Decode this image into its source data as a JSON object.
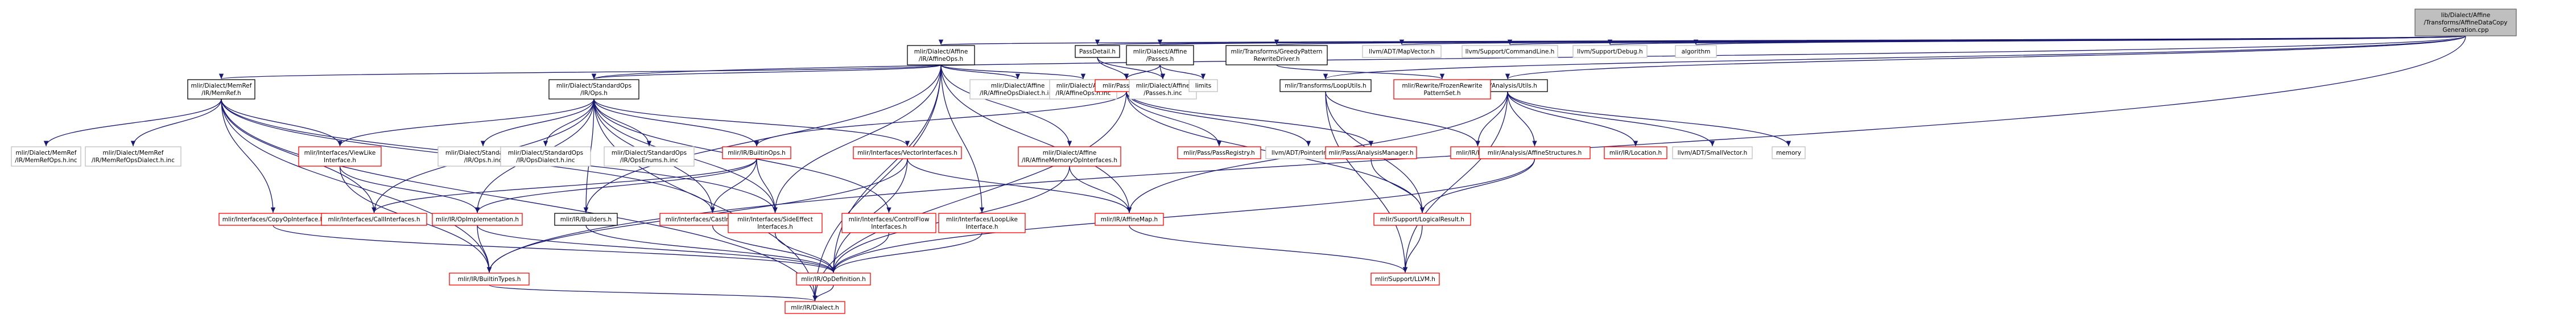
{
  "colors": {
    "edge": "#191970",
    "text_default": "#000000",
    "text_linked": "#000000",
    "border_default": "#bfbfbf",
    "border_linked": "#ff0000",
    "border_root": "#666666",
    "fill_root": "#bfbfbf",
    "fill_default": "#ffffff"
  },
  "nodes": [
    {
      "id": "root",
      "lines": [
        "lib/Dialect/Affine",
        "/Transforms/AffineDataCopy",
        "Generation.cpp"
      ],
      "style": "root"
    },
    {
      "id": "affineops",
      "lines": [
        "mlir/Dialect/Affine",
        "/IR/AffineOps.h"
      ],
      "style": "black"
    },
    {
      "id": "passdetail",
      "lines": [
        "PassDetail.h"
      ],
      "style": "black"
    },
    {
      "id": "affinepasses",
      "lines": [
        "mlir/Dialect/Affine",
        "/Passes.h"
      ],
      "style": "black"
    },
    {
      "id": "greedy",
      "lines": [
        "mlir/Transforms/GreedyPattern",
        "RewriteDriver.h"
      ],
      "style": "black"
    },
    {
      "id": "mapvector",
      "lines": [
        "llvm/ADT/MapVector.h"
      ],
      "style": "gray"
    },
    {
      "id": "cmdline",
      "lines": [
        "llvm/Support/CommandLine.h"
      ],
      "style": "gray"
    },
    {
      "id": "debug",
      "lines": [
        "llvm/Support/Debug.h"
      ],
      "style": "gray"
    },
    {
      "id": "algorithm",
      "lines": [
        "algorithm"
      ],
      "style": "gray"
    },
    {
      "id": "memref",
      "lines": [
        "mlir/Dialect/MemRef",
        "/IR/MemRef.h"
      ],
      "style": "black"
    },
    {
      "id": "stdops",
      "lines": [
        "mlir/Dialect/StandardOps",
        "/IR/Ops.h"
      ],
      "style": "black"
    },
    {
      "id": "affineopsdialect",
      "lines": [
        "mlir/Dialect/Affine",
        "/IR/AffineOpsDialect.h.inc"
      ],
      "style": "gray"
    },
    {
      "id": "affineopsinc",
      "lines": [
        "mlir/Dialect/Affine",
        "/IR/AffineOps.h.inc"
      ],
      "style": "gray"
    },
    {
      "id": "pass",
      "lines": [
        "mlir/Pass/Pass.h"
      ],
      "style": "red"
    },
    {
      "id": "affinepassesinc",
      "lines": [
        "mlir/Dialect/Affine",
        "/Passes.h.inc"
      ],
      "style": "gray"
    },
    {
      "id": "limits",
      "lines": [
        "limits"
      ],
      "style": "gray"
    },
    {
      "id": "looputils",
      "lines": [
        "mlir/Transforms/LoopUtils.h"
      ],
      "style": "black"
    },
    {
      "id": "analysisutils",
      "lines": [
        "mlir/Analysis/Utils.h"
      ],
      "style": "black"
    },
    {
      "id": "frozen",
      "lines": [
        "mlir/Rewrite/FrozenRewrite",
        "PatternSet.h"
      ],
      "style": "red"
    },
    {
      "id": "memrefops",
      "lines": [
        "mlir/Dialect/MemRef",
        "/IR/MemRefOps.h.inc"
      ],
      "style": "gray"
    },
    {
      "id": "memrefdialect",
      "lines": [
        "mlir/Dialect/MemRef",
        "/IR/MemRefOpsDialect.h.inc"
      ],
      "style": "gray"
    },
    {
      "id": "viewlike",
      "lines": [
        "mlir/Interfaces/ViewLike",
        "Interface.h"
      ],
      "style": "red"
    },
    {
      "id": "stdopsinc",
      "lines": [
        "mlir/Dialect/StandardOps",
        "/IR/Ops.h.inc"
      ],
      "style": "gray"
    },
    {
      "id": "stdopsdialect",
      "lines": [
        "mlir/Dialect/StandardOps",
        "/IR/OpsDialect.h.inc"
      ],
      "style": "gray"
    },
    {
      "id": "stdopsenums",
      "lines": [
        "mlir/Dialect/StandardOps",
        "/IR/OpsEnums.h.inc"
      ],
      "style": "gray"
    },
    {
      "id": "builtinops",
      "lines": [
        "mlir/IR/BuiltinOps.h"
      ],
      "style": "red"
    },
    {
      "id": "vectorif",
      "lines": [
        "mlir/Interfaces/VectorInterfaces.h"
      ],
      "style": "red"
    },
    {
      "id": "affinemem",
      "lines": [
        "mlir/Dialect/Affine",
        "/IR/AffineMemoryOpInterfaces.h"
      ],
      "style": "red"
    },
    {
      "id": "passregistry",
      "lines": [
        "mlir/Pass/PassRegistry.h"
      ],
      "style": "red"
    },
    {
      "id": "ptrint",
      "lines": [
        "llvm/ADT/PointerIntPair.h"
      ],
      "style": "gray"
    },
    {
      "id": "passmanager",
      "lines": [
        "mlir/Pass/AnalysisManager.h"
      ],
      "style": "red"
    },
    {
      "id": "block",
      "lines": [
        "mlir/IR/Block.h"
      ],
      "style": "red"
    },
    {
      "id": "affinestruct",
      "lines": [
        "mlir/Analysis/AffineStructures.h"
      ],
      "style": "red"
    },
    {
      "id": "location",
      "lines": [
        "mlir/IR/Location.h"
      ],
      "style": "red"
    },
    {
      "id": "smallvector",
      "lines": [
        "llvm/ADT/SmallVector.h"
      ],
      "style": "gray"
    },
    {
      "id": "memory",
      "lines": [
        "memory"
      ],
      "style": "gray"
    },
    {
      "id": "copyop",
      "lines": [
        "mlir/Interfaces/CopyOpInterface.h"
      ],
      "style": "red"
    },
    {
      "id": "callif",
      "lines": [
        "mlir/Interfaces/CallInterfaces.h"
      ],
      "style": "red"
    },
    {
      "id": "opimpl",
      "lines": [
        "mlir/IR/OpImplementation.h"
      ],
      "style": "red"
    },
    {
      "id": "builders",
      "lines": [
        "mlir/IR/Builders.h"
      ],
      "style": "black"
    },
    {
      "id": "castif",
      "lines": [
        "mlir/Interfaces/CastInterfaces.h"
      ],
      "style": "red"
    },
    {
      "id": "sideeffect",
      "lines": [
        "mlir/Interfaces/SideEffect",
        "Interfaces.h"
      ],
      "style": "red"
    },
    {
      "id": "controlflow",
      "lines": [
        "mlir/Interfaces/ControlFlow",
        "Interfaces.h"
      ],
      "style": "red"
    },
    {
      "id": "looplike",
      "lines": [
        "mlir/Interfaces/LoopLike",
        "Interface.h"
      ],
      "style": "red"
    },
    {
      "id": "affinemap",
      "lines": [
        "mlir/IR/AffineMap.h"
      ],
      "style": "red"
    },
    {
      "id": "logicalresult",
      "lines": [
        "mlir/Support/LogicalResult.h"
      ],
      "style": "red"
    },
    {
      "id": "builtintypes",
      "lines": [
        "mlir/IR/BuiltinTypes.h"
      ],
      "style": "red"
    },
    {
      "id": "opdef",
      "lines": [
        "mlir/IR/OpDefinition.h"
      ],
      "style": "red"
    },
    {
      "id": "supportllvm",
      "lines": [
        "mlir/Support/LLVM.h"
      ],
      "style": "red"
    },
    {
      "id": "dialect",
      "lines": [
        "mlir/IR/Dialect.h"
      ],
      "style": "red"
    }
  ],
  "edges": [
    [
      "root",
      "affineops"
    ],
    [
      "root",
      "passdetail"
    ],
    [
      "root",
      "affinepasses"
    ],
    [
      "root",
      "greedy"
    ],
    [
      "root",
      "mapvector"
    ],
    [
      "root",
      "cmdline"
    ],
    [
      "root",
      "debug"
    ],
    [
      "root",
      "algorithm"
    ],
    [
      "root",
      "stdops"
    ],
    [
      "root",
      "looputils"
    ],
    [
      "root",
      "analysisutils"
    ],
    [
      "root",
      "builtintypes"
    ],
    [
      "affineops",
      "memref"
    ],
    [
      "affineops",
      "stdops"
    ],
    [
      "affineops",
      "affineopsdialect"
    ],
    [
      "affineops",
      "affineopsinc"
    ],
    [
      "affineops",
      "affinemem"
    ],
    [
      "affineops",
      "builders"
    ],
    [
      "affineops",
      "sideeffect"
    ],
    [
      "affineops",
      "looplike"
    ],
    [
      "affineops",
      "affinemap"
    ],
    [
      "affineops",
      "opdef"
    ],
    [
      "affineops",
      "dialect"
    ],
    [
      "passdetail",
      "pass"
    ],
    [
      "passdetail",
      "affinepassesinc"
    ],
    [
      "affinepasses",
      "pass"
    ],
    [
      "affinepasses",
      "affinepassesinc"
    ],
    [
      "affinepasses",
      "limits"
    ],
    [
      "greedy",
      "frozen"
    ],
    [
      "memref",
      "memrefops"
    ],
    [
      "memref",
      "memrefdialect"
    ],
    [
      "memref",
      "viewlike"
    ],
    [
      "memref",
      "copyop"
    ],
    [
      "memref",
      "callif"
    ],
    [
      "memref",
      "castif"
    ],
    [
      "memref",
      "sideeffect"
    ],
    [
      "memref",
      "builtintypes"
    ],
    [
      "memref",
      "dialect"
    ],
    [
      "stdops",
      "stdopsinc"
    ],
    [
      "stdops",
      "stdopsdialect"
    ],
    [
      "stdops",
      "stdopsenums"
    ],
    [
      "stdops",
      "builtinops"
    ],
    [
      "stdops",
      "vectorif"
    ],
    [
      "stdops",
      "viewlike"
    ],
    [
      "stdops",
      "callif"
    ],
    [
      "stdops",
      "opimpl"
    ],
    [
      "stdops",
      "builders"
    ],
    [
      "stdops",
      "castif"
    ],
    [
      "stdops",
      "sideeffect"
    ],
    [
      "stdops",
      "controlflow"
    ],
    [
      "stdops",
      "dialect"
    ],
    [
      "pass",
      "builtinops"
    ],
    [
      "pass",
      "passregistry"
    ],
    [
      "pass",
      "ptrint"
    ],
    [
      "pass",
      "passmanager"
    ],
    [
      "pass",
      "logicalresult"
    ],
    [
      "pass",
      "dialect"
    ],
    [
      "looputils",
      "block"
    ],
    [
      "looputils",
      "logicalresult"
    ],
    [
      "looputils",
      "supportllvm"
    ],
    [
      "analysisutils",
      "affinestruct"
    ],
    [
      "analysisutils",
      "block"
    ],
    [
      "analysisutils",
      "location"
    ],
    [
      "analysisutils",
      "smallvector"
    ],
    [
      "analysisutils",
      "memory"
    ],
    [
      "analysisutils",
      "affinemap"
    ],
    [
      "analysisutils",
      "supportllvm"
    ],
    [
      "viewlike",
      "opimpl"
    ],
    [
      "viewlike",
      "builtintypes"
    ],
    [
      "builtinops",
      "callif"
    ],
    [
      "builtinops",
      "castif"
    ],
    [
      "builtinops",
      "sideeffect"
    ],
    [
      "builtinops",
      "opimpl"
    ],
    [
      "vectorif",
      "affinemap"
    ],
    [
      "vectorif",
      "opdef"
    ],
    [
      "vectorif",
      "builtintypes"
    ],
    [
      "affinemem",
      "affinemap"
    ],
    [
      "affinemem",
      "opdef"
    ],
    [
      "passmanager",
      "logicalresult"
    ],
    [
      "affinestruct",
      "logicalresult"
    ],
    [
      "affinestruct",
      "opdef"
    ],
    [
      "copyop",
      "opdef"
    ],
    [
      "opimpl",
      "opdef"
    ],
    [
      "opimpl",
      "builtintypes"
    ],
    [
      "builders",
      "opdef"
    ],
    [
      "castif",
      "opdef"
    ],
    [
      "sideeffect",
      "opdef"
    ],
    [
      "controlflow",
      "opdef"
    ],
    [
      "looplike",
      "opdef"
    ],
    [
      "affinemap",
      "supportllvm"
    ],
    [
      "logicalresult",
      "supportllvm"
    ],
    [
      "opdef",
      "dialect"
    ],
    [
      "builtintypes",
      "dialect"
    ]
  ]
}
